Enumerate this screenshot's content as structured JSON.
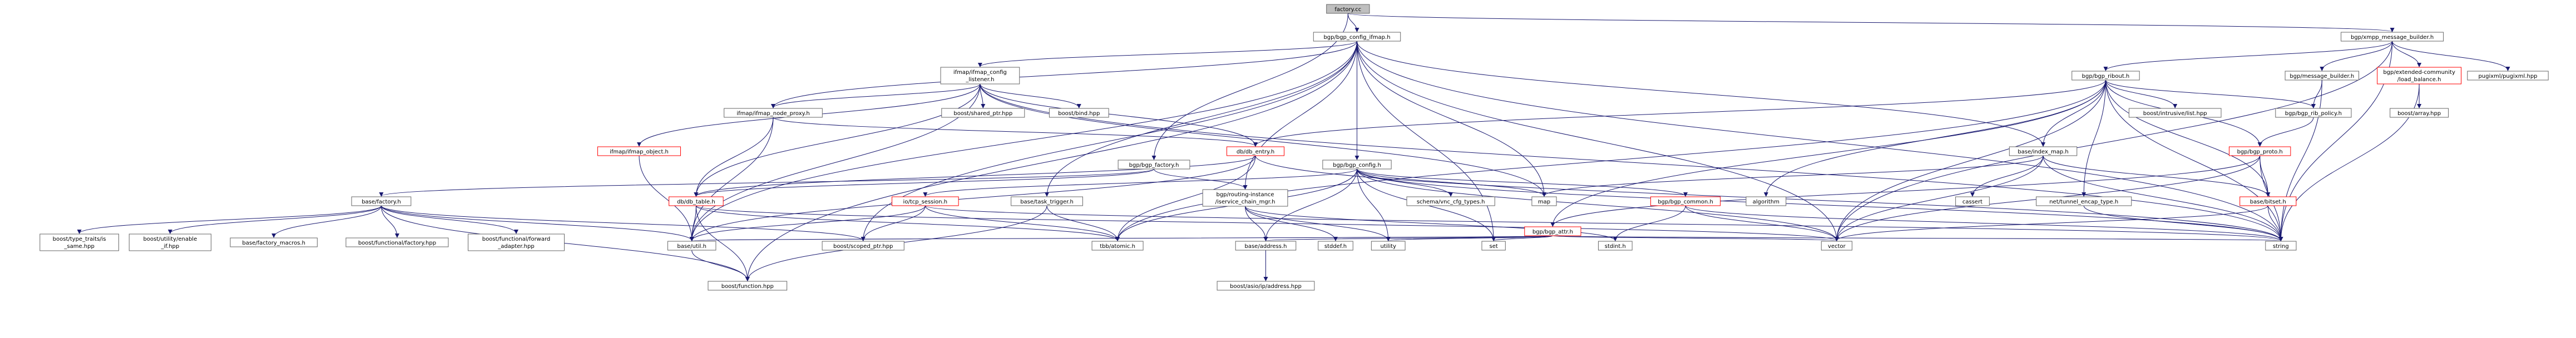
{
  "colors": {
    "node_border": "#666666",
    "node_fill": "#ffffff",
    "root_fill": "#bfbfbf",
    "missing_border": "#ff0000",
    "edge": "#191970"
  },
  "nodes": [
    {
      "id": "root",
      "lines": [
        "factory.cc"
      ],
      "kind": "root"
    },
    {
      "id": "bgp_config_ifmap",
      "lines": [
        "bgp/bgp_config_ifmap.h"
      ]
    },
    {
      "id": "xmpp_builder",
      "lines": [
        "bgp/xmpp_message_builder.h"
      ]
    },
    {
      "id": "ifmap_listener",
      "lines": [
        "ifmap/ifmap_config",
        "_listener.h"
      ]
    },
    {
      "id": "bgp_ribout",
      "lines": [
        "bgp/bgp_ribout.h"
      ]
    },
    {
      "id": "message_builder",
      "lines": [
        "bgp/message_builder.h"
      ]
    },
    {
      "id": "extended_lb",
      "lines": [
        "bgp/extended-community",
        "/load_balance.h"
      ],
      "kind": "missing"
    },
    {
      "id": "pugixml",
      "lines": [
        "pugixml/pugixml.hpp"
      ]
    },
    {
      "id": "ifmap_node_proxy",
      "lines": [
        "ifmap/ifmap_node_proxy.h"
      ]
    },
    {
      "id": "shared_ptr",
      "lines": [
        "boost/shared_ptr.hpp"
      ]
    },
    {
      "id": "boost_bind",
      "lines": [
        "boost/bind.hpp"
      ]
    },
    {
      "id": "ifmap_object",
      "lines": [
        "ifmap/ifmap_object.h"
      ],
      "kind": "missing"
    },
    {
      "id": "db_entry",
      "lines": [
        "db/db_entry.h"
      ],
      "kind": "missing"
    },
    {
      "id": "bgp_factory",
      "lines": [
        "bgp/bgp_factory.h"
      ]
    },
    {
      "id": "bgp_config",
      "lines": [
        "bgp/bgp_config.h"
      ]
    },
    {
      "id": "intrusive_list",
      "lines": [
        "boost/intrusive/list.hpp"
      ]
    },
    {
      "id": "bgp_rib_policy",
      "lines": [
        "bgp/bgp_rib_policy.h"
      ]
    },
    {
      "id": "boost_array",
      "lines": [
        "boost/array.hpp"
      ]
    },
    {
      "id": "index_map",
      "lines": [
        "base/index_map.h"
      ]
    },
    {
      "id": "bgp_proto",
      "lines": [
        "bgp/bgp_proto.h"
      ],
      "kind": "missing"
    },
    {
      "id": "base_factory",
      "lines": [
        "base/factory.h"
      ]
    },
    {
      "id": "db_table",
      "lines": [
        "db/db_table.h"
      ],
      "kind": "missing"
    },
    {
      "id": "tcp_session",
      "lines": [
        "io/tcp_session.h"
      ],
      "kind": "missing"
    },
    {
      "id": "task_trigger",
      "lines": [
        "base/task_trigger.h"
      ]
    },
    {
      "id": "routing_instance",
      "lines": [
        "bgp/routing-instance",
        "/iservice_chain_mgr.h"
      ]
    },
    {
      "id": "vnc_cfg_types",
      "lines": [
        "schema/vnc_cfg_types.h"
      ]
    },
    {
      "id": "bgp_attr",
      "lines": [
        "bgp/bgp_attr.h"
      ],
      "kind": "missing"
    },
    {
      "id": "bgp_common",
      "lines": [
        "bgp/bgp_common.h"
      ],
      "kind": "missing"
    },
    {
      "id": "map",
      "lines": [
        "map"
      ]
    },
    {
      "id": "algorithm",
      "lines": [
        "algorithm"
      ]
    },
    {
      "id": "cassert",
      "lines": [
        "cassert"
      ]
    },
    {
      "id": "tunnel_encap",
      "lines": [
        "net/tunnel_encap_type.h"
      ]
    },
    {
      "id": "base_bitset",
      "lines": [
        "base/bitset.h"
      ],
      "kind": "missing"
    },
    {
      "id": "type_traits",
      "lines": [
        "boost/type_traits/is",
        "_same.hpp"
      ]
    },
    {
      "id": "enable_if",
      "lines": [
        "boost/utility/enable",
        "_if.hpp"
      ]
    },
    {
      "id": "factory_macros",
      "lines": [
        "base/factory_macros.h"
      ]
    },
    {
      "id": "functional_factory",
      "lines": [
        "boost/functional/factory.hpp"
      ]
    },
    {
      "id": "functional_forward",
      "lines": [
        "boost/functional/forward",
        "_adapter.hpp"
      ]
    },
    {
      "id": "base_util",
      "lines": [
        "base/util.h"
      ]
    },
    {
      "id": "scoped_ptr",
      "lines": [
        "boost/scoped_ptr.hpp"
      ]
    },
    {
      "id": "tbb_atomic",
      "lines": [
        "tbb/atomic.h"
      ]
    },
    {
      "id": "base_address",
      "lines": [
        "base/address.h"
      ]
    },
    {
      "id": "stddef",
      "lines": [
        "stddef.h"
      ]
    },
    {
      "id": "utility",
      "lines": [
        "utility"
      ]
    },
    {
      "id": "set",
      "lines": [
        "set"
      ]
    },
    {
      "id": "stdint",
      "lines": [
        "stdint.h"
      ]
    },
    {
      "id": "vector",
      "lines": [
        "vector"
      ]
    },
    {
      "id": "string",
      "lines": [
        "string"
      ]
    },
    {
      "id": "boost_function",
      "lines": [
        "boost/function.hpp"
      ]
    },
    {
      "id": "asio_ip_address",
      "lines": [
        "boost/asio/ip/address.hpp"
      ]
    }
  ],
  "edges": [
    [
      "root",
      "bgp_config_ifmap"
    ],
    [
      "root",
      "xmpp_builder"
    ],
    [
      "root",
      "bgp_factory"
    ],
    [
      "bgp_config_ifmap",
      "ifmap_listener"
    ],
    [
      "bgp_config_ifmap",
      "ifmap_node_proxy"
    ],
    [
      "bgp_config_ifmap",
      "bgp_config"
    ],
    [
      "bgp_config_ifmap",
      "index_map"
    ],
    [
      "bgp_config_ifmap",
      "task_trigger"
    ],
    [
      "bgp_config_ifmap",
      "routing_instance"
    ],
    [
      "bgp_config_ifmap",
      "map"
    ],
    [
      "bgp_config_ifmap",
      "set"
    ],
    [
      "bgp_config_ifmap",
      "vector"
    ],
    [
      "bgp_config_ifmap",
      "string"
    ],
    [
      "bgp_config_ifmap",
      "base_util"
    ],
    [
      "bgp_config_ifmap",
      "scoped_ptr"
    ],
    [
      "bgp_config_ifmap",
      "boost_function"
    ],
    [
      "xmpp_builder",
      "bgp_ribout"
    ],
    [
      "xmpp_builder",
      "message_builder"
    ],
    [
      "xmpp_builder",
      "extended_lb"
    ],
    [
      "xmpp_builder",
      "pugixml"
    ],
    [
      "xmpp_builder",
      "vector"
    ],
    [
      "xmpp_builder",
      "string"
    ],
    [
      "ifmap_listener",
      "ifmap_node_proxy"
    ],
    [
      "ifmap_listener",
      "shared_ptr"
    ],
    [
      "ifmap_listener",
      "boost_bind"
    ],
    [
      "ifmap_listener",
      "ifmap_object"
    ],
    [
      "ifmap_listener",
      "db_table"
    ],
    [
      "ifmap_listener",
      "base_util"
    ],
    [
      "ifmap_listener",
      "map"
    ],
    [
      "ifmap_listener",
      "string"
    ],
    [
      "ifmap_listener",
      "db_entry"
    ],
    [
      "bgp_ribout",
      "db_entry"
    ],
    [
      "bgp_ribout",
      "intrusive_list"
    ],
    [
      "bgp_ribout",
      "bgp_rib_policy"
    ],
    [
      "bgp_ribout",
      "index_map"
    ],
    [
      "bgp_ribout",
      "bgp_proto"
    ],
    [
      "bgp_ribout",
      "bgp_attr"
    ],
    [
      "bgp_ribout",
      "tunnel_encap"
    ],
    [
      "bgp_ribout",
      "base_bitset"
    ],
    [
      "bgp_ribout",
      "algorithm"
    ],
    [
      "bgp_ribout",
      "vector"
    ],
    [
      "bgp_ribout",
      "string"
    ],
    [
      "bgp_ribout",
      "tbb_atomic"
    ],
    [
      "message_builder",
      "bgp_rib_policy"
    ],
    [
      "message_builder",
      "string"
    ],
    [
      "extended_lb",
      "boost_array"
    ],
    [
      "extended_lb",
      "string"
    ],
    [
      "ifmap_node_proxy",
      "db_entry"
    ],
    [
      "ifmap_node_proxy",
      "db_table"
    ],
    [
      "ifmap_node_proxy",
      "base_util"
    ],
    [
      "ifmap_object",
      "base_util"
    ],
    [
      "db_entry",
      "db_table"
    ],
    [
      "db_entry",
      "tbb_atomic"
    ],
    [
      "db_entry",
      "base_util"
    ],
    [
      "db_entry",
      "string"
    ],
    [
      "bgp_factory",
      "base_factory"
    ],
    [
      "bgp_factory",
      "db_table"
    ],
    [
      "bgp_factory",
      "routing_instance"
    ],
    [
      "bgp_config",
      "vnc_cfg_types"
    ],
    [
      "bgp_config",
      "bgp_common"
    ],
    [
      "bgp_config",
      "tcp_session"
    ],
    [
      "bgp_config",
      "base_address"
    ],
    [
      "bgp_config",
      "map"
    ],
    [
      "bgp_config",
      "set"
    ],
    [
      "bgp_config",
      "vector"
    ],
    [
      "bgp_config",
      "string"
    ],
    [
      "bgp_config",
      "utility"
    ],
    [
      "bgp_config",
      "tbb_atomic"
    ],
    [
      "bgp_rib_policy",
      "bgp_proto"
    ],
    [
      "index_map",
      "cassert"
    ],
    [
      "index_map",
      "base_bitset"
    ],
    [
      "index_map",
      "map"
    ],
    [
      "index_map",
      "vector"
    ],
    [
      "index_map",
      "string"
    ],
    [
      "bgp_proto",
      "bgp_attr"
    ],
    [
      "bgp_proto",
      "base_bitset"
    ],
    [
      "bgp_proto",
      "string"
    ],
    [
      "bgp_proto",
      "vector"
    ],
    [
      "base_factory",
      "type_traits"
    ],
    [
      "base_factory",
      "enable_if"
    ],
    [
      "base_factory",
      "factory_macros"
    ],
    [
      "base_factory",
      "functional_factory"
    ],
    [
      "base_factory",
      "functional_forward"
    ],
    [
      "base_factory",
      "base_util"
    ],
    [
      "base_factory",
      "boost_function"
    ],
    [
      "base_factory",
      "scoped_ptr"
    ],
    [
      "db_table",
      "base_util"
    ],
    [
      "db_table",
      "boost_function"
    ],
    [
      "db_table",
      "tbb_atomic"
    ],
    [
      "db_table",
      "vector"
    ],
    [
      "tcp_session",
      "base_util"
    ],
    [
      "tcp_session",
      "scoped_ptr"
    ],
    [
      "tcp_session",
      "tbb_atomic"
    ],
    [
      "tcp_session",
      "string"
    ],
    [
      "task_trigger",
      "tbb_atomic"
    ],
    [
      "task_trigger",
      "boost_function"
    ],
    [
      "routing_instance",
      "base_address"
    ],
    [
      "routing_instance",
      "stddef"
    ],
    [
      "routing_instance",
      "stdint"
    ],
    [
      "routing_instance",
      "utility"
    ],
    [
      "bgp_attr",
      "base_address"
    ],
    [
      "bgp_attr",
      "base_util"
    ],
    [
      "bgp_attr",
      "set"
    ],
    [
      "bgp_attr",
      "vector"
    ],
    [
      "bgp_attr",
      "string"
    ],
    [
      "bgp_attr",
      "utility"
    ],
    [
      "bgp_common",
      "vector"
    ],
    [
      "bgp_common",
      "string"
    ],
    [
      "bgp_common",
      "stdint"
    ],
    [
      "tunnel_encap",
      "string"
    ],
    [
      "base_bitset",
      "vector"
    ],
    [
      "base_bitset",
      "string"
    ],
    [
      "base_util",
      "boost_function"
    ],
    [
      "base_address",
      "asio_ip_address"
    ]
  ]
}
